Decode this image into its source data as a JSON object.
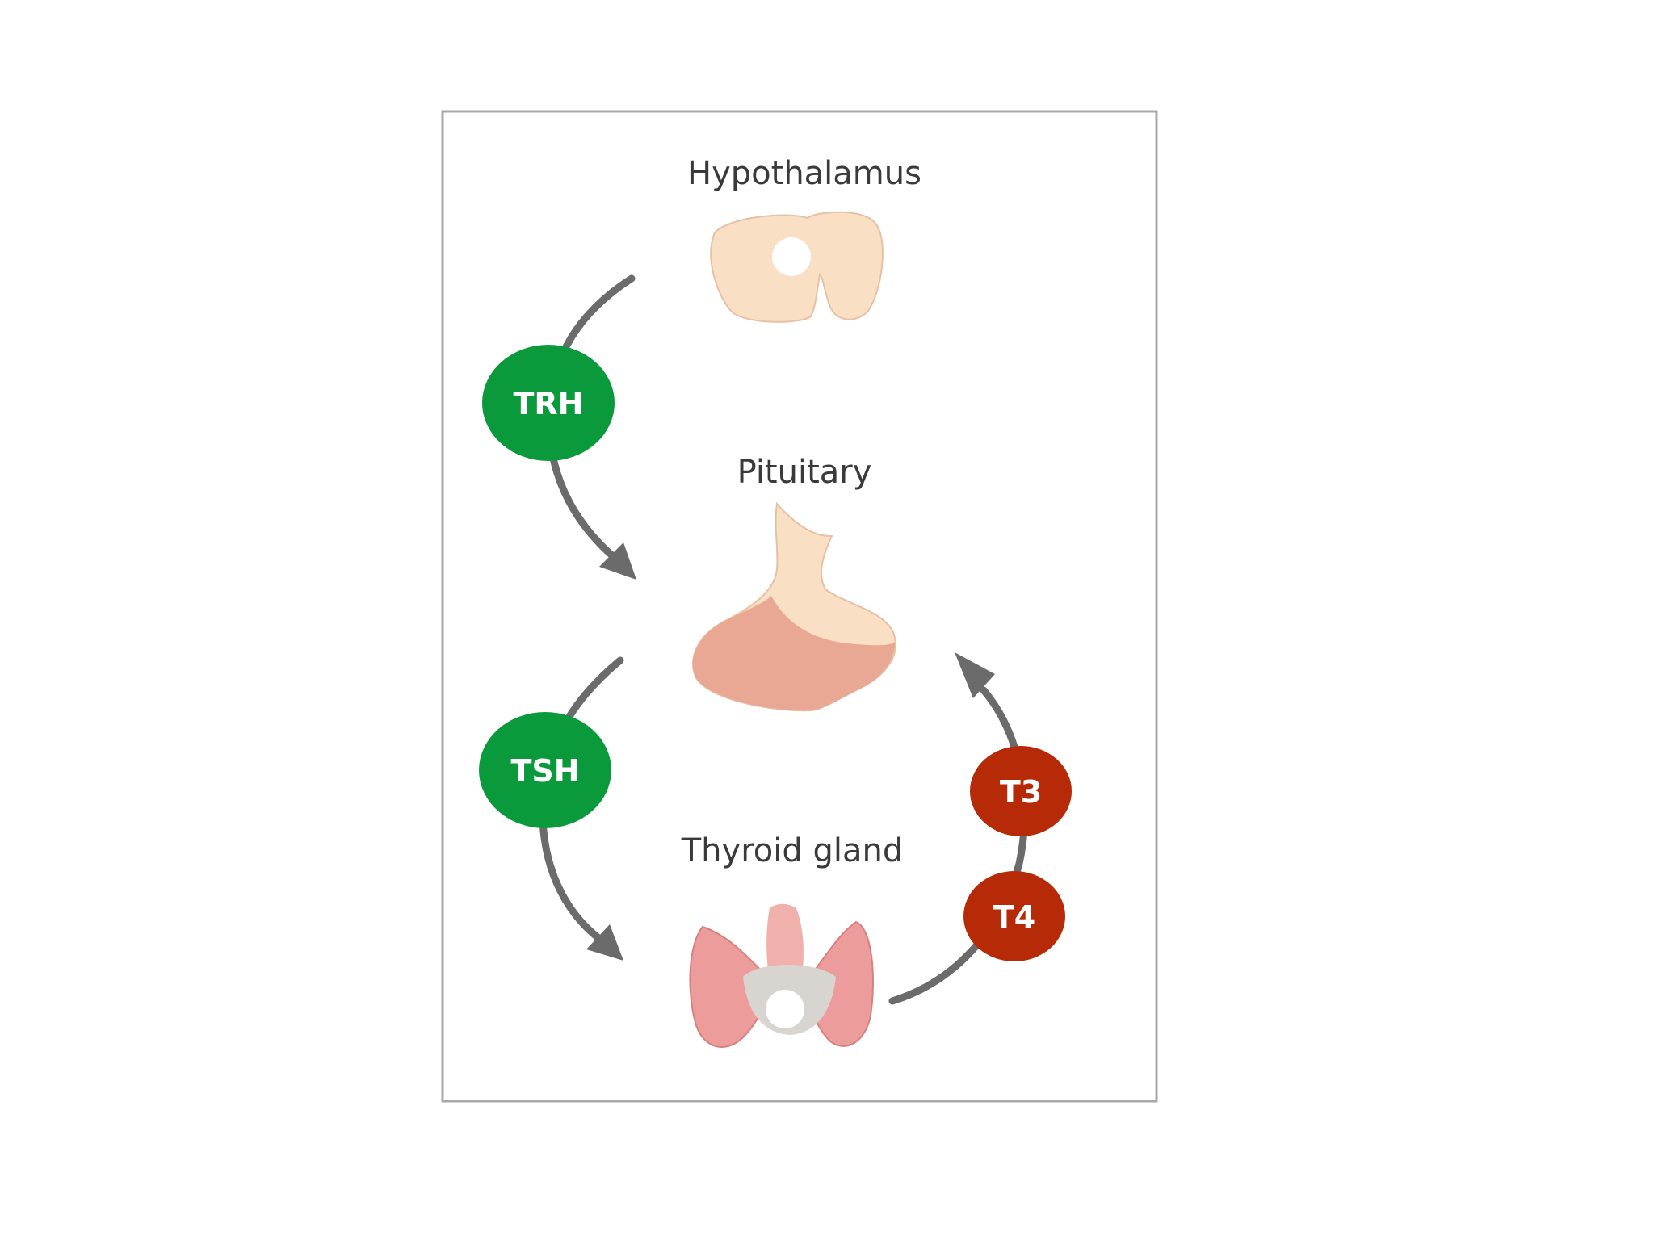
{
  "organs": {
    "hypothalamus": "Hypothalamus",
    "pituitary": "Pituitary",
    "thyroid": "Thyroid gland"
  },
  "hormones": {
    "trh": "TRH",
    "tsh": "TSH",
    "t3": "T3",
    "t4": "T4"
  },
  "colors": {
    "stimulating_hormone": "#0a9a3c",
    "thyroid_hormone": "#b62a08",
    "arrow": "#6b6b6b",
    "frame_border": "#a8a8a8",
    "organ_light": "#f9dfc3",
    "organ_dark": "#e9a894"
  }
}
